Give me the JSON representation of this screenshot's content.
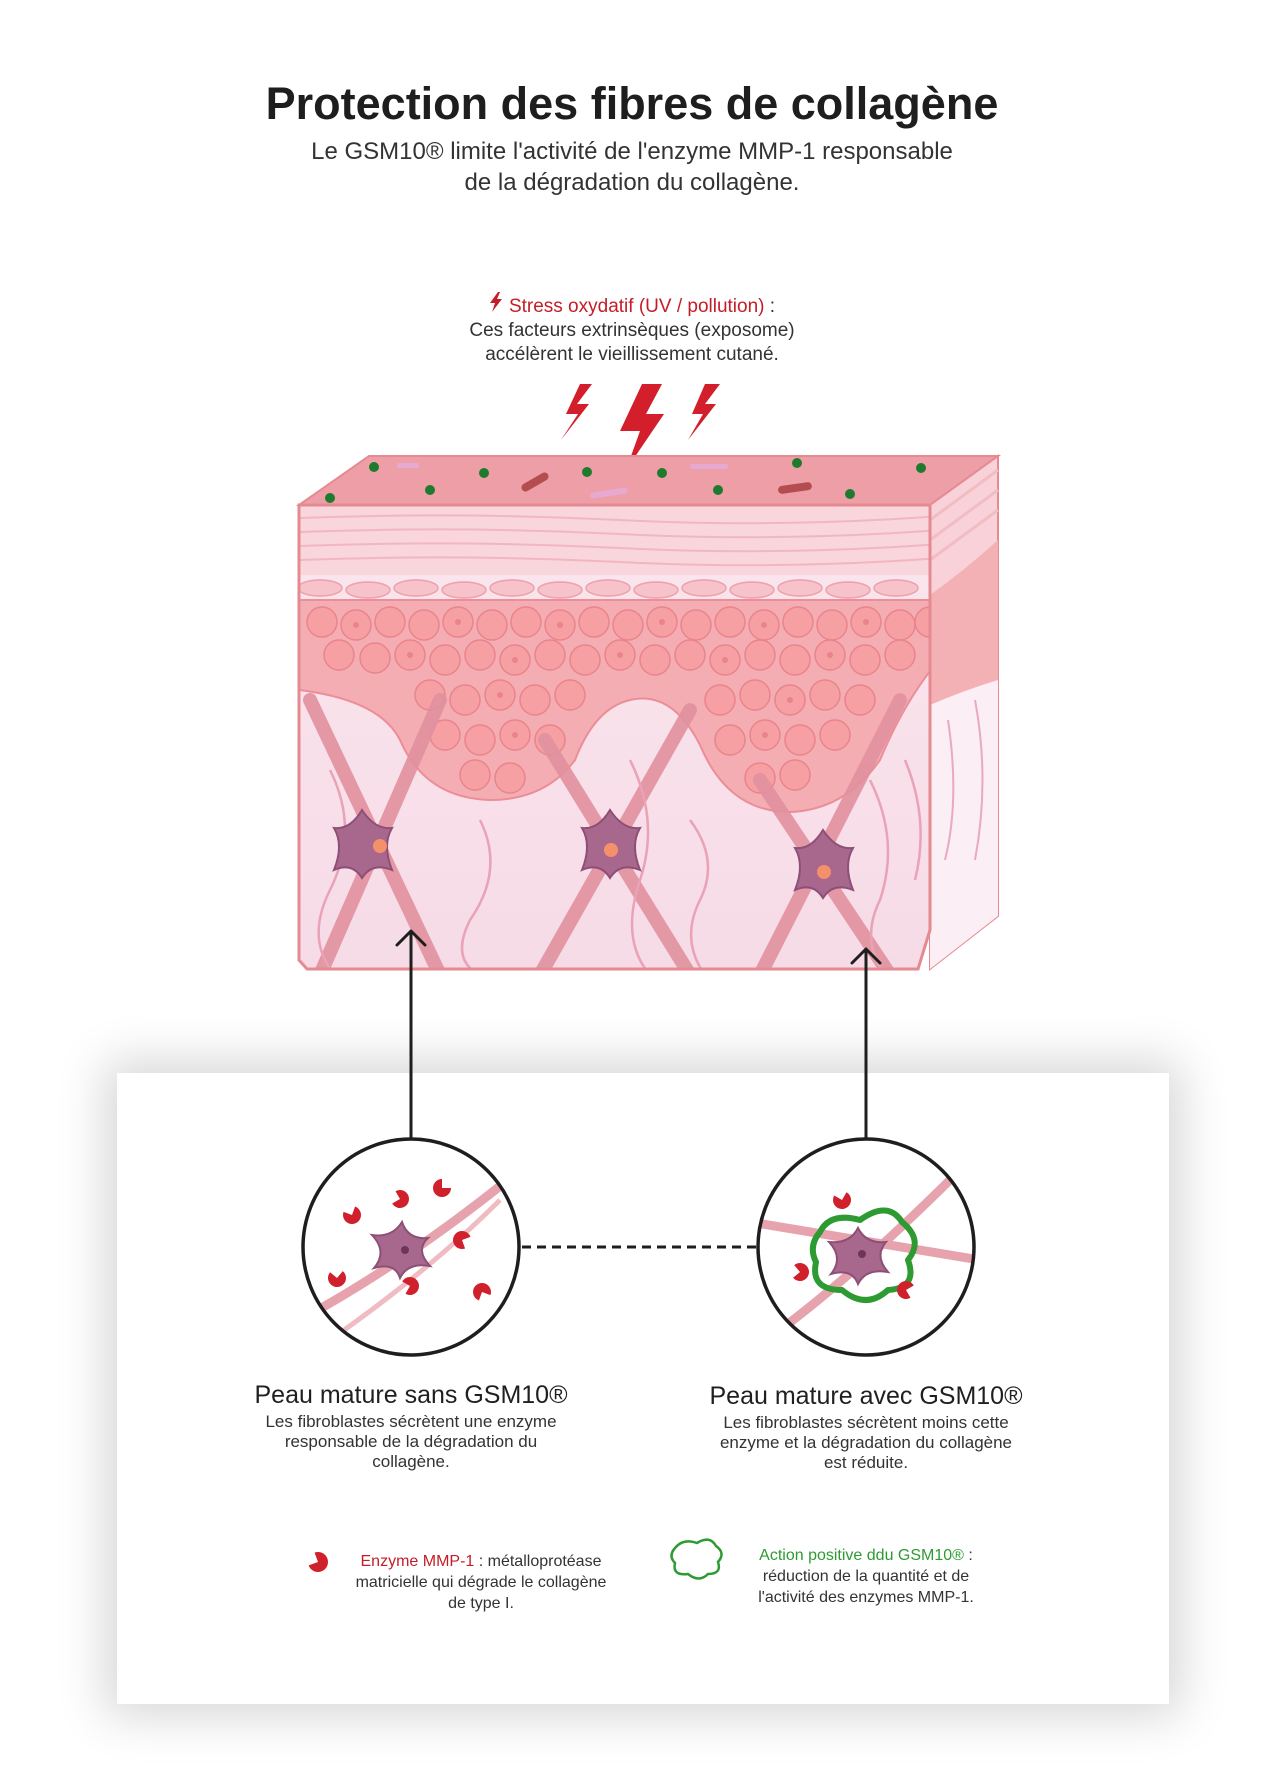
{
  "header": {
    "title": "Protection des fibres de collagène",
    "subtitle_line1": "Le GSM10® limite l'activité de l'enzyme MMP-1 responsable",
    "subtitle_line2": "de la dégradation du collagène."
  },
  "stress": {
    "highlight": "Stress oxydatif (UV / pollution)",
    "colon": " :",
    "line2": "Ces facteurs extrinsèques (exposome)",
    "line3": "accélèrent le vieillissement cutané."
  },
  "comparison": {
    "left": {
      "title": "Peau mature sans GSM10®",
      "line1": "Les fibroblastes sécrètent une enzyme",
      "line2": "responsable de la dégradation du",
      "line3": "collagène."
    },
    "right": {
      "title": "Peau mature avec GSM10®",
      "line1": "Les fibroblastes sécrètent moins cette",
      "line2": "enzyme et la dégradation du collagène",
      "line3": "est réduite."
    }
  },
  "legend": {
    "enzyme": {
      "label": "Enzyme MMP-1",
      "desc1": " : métalloprotéase",
      "desc2": "matricielle qui dégrade le collagène",
      "desc3": "de type I."
    },
    "gsm10": {
      "label": "Action positive ddu GSM10®",
      "desc1": " :",
      "desc2": "réduction de la quantité et de",
      "desc3": "l'activité des enzymes MMP-1."
    }
  },
  "colors": {
    "accent_red": "#c51d27",
    "accent_green": "#2e9a32",
    "skin_pink": "#f2a6a6",
    "fibroblast": "#a8688e"
  }
}
